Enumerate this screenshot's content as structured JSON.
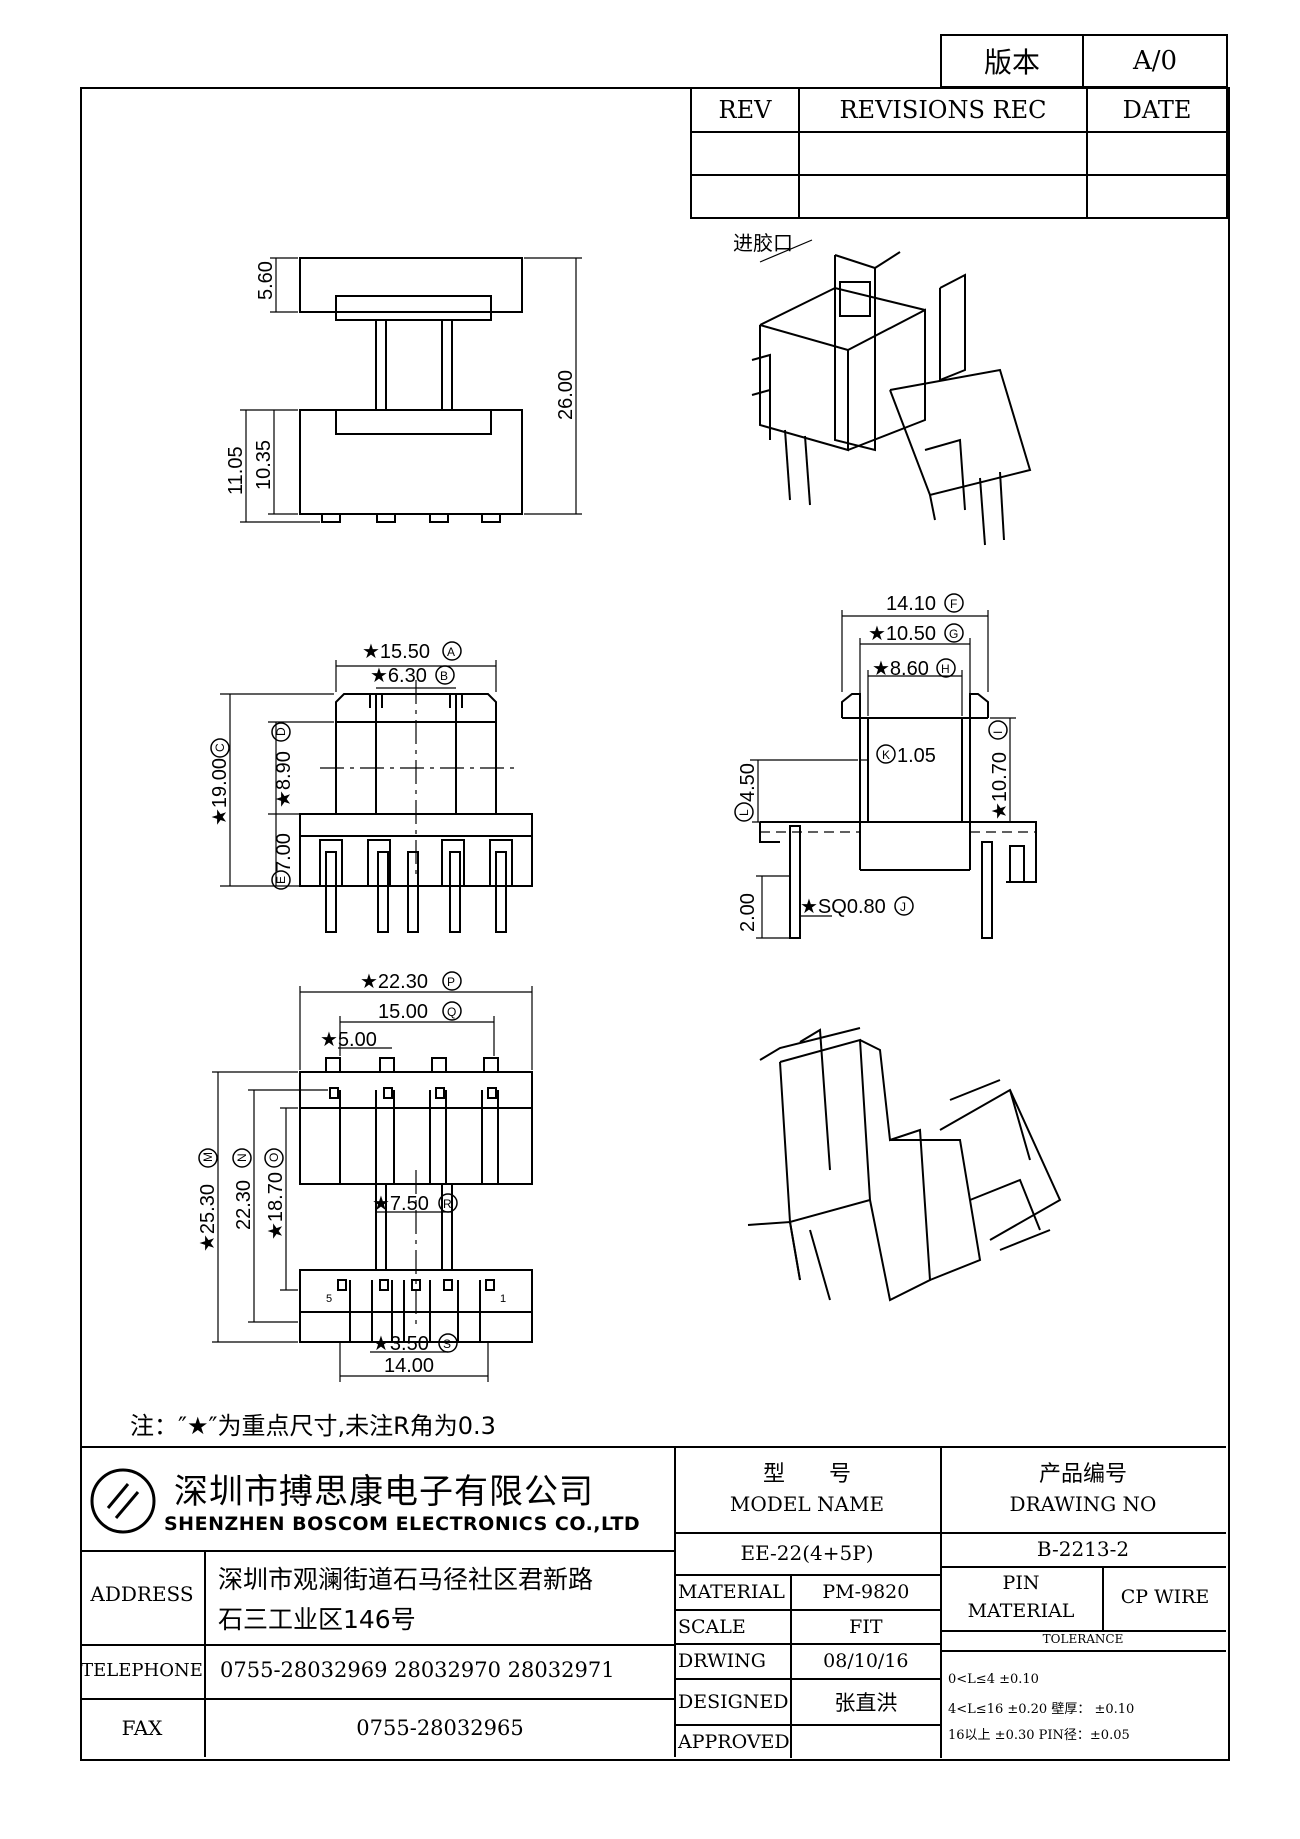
{
  "header": {
    "version_label": "版本",
    "version_value": "A/0",
    "rev_col": "REV",
    "revisions_col": "REVISIONS REC",
    "date_col": "DATE"
  },
  "views": {
    "gate_label": "进胶口",
    "top_view": {
      "d1": "5.60",
      "d2": "26.00",
      "d3": "11.05",
      "d4": "10.35"
    },
    "front_view": {
      "a": "★15.50",
      "a_tag": "A",
      "b": "★6.30",
      "b_tag": "B",
      "c": "★19.00",
      "c_tag": "C",
      "d": "★8.90",
      "d_tag": "D",
      "e": "7.00",
      "e_tag": "E"
    },
    "side_view": {
      "f": "14.10",
      "f_tag": "F",
      "g": "★10.50",
      "g_tag": "G",
      "h": "★8.60",
      "h_tag": "H",
      "i": "★10.70",
      "i_tag": "I",
      "k": "1.05",
      "k_tag": "K",
      "l": "4.50",
      "l_tag": "L",
      "j": "★SQ0.80",
      "j_tag": "J",
      "pin_len": "2.00"
    },
    "bottom_view": {
      "p": "★22.30",
      "p_tag": "P",
      "q": "15.00",
      "q_tag": "Q",
      "pitch": "★5.00",
      "m": "★25.30",
      "m_tag": "M",
      "n": "22.30",
      "n_tag": "N",
      "o": "★18.70",
      "o_tag": "O",
      "r": "★7.50",
      "r_tag": "R",
      "s": "★3.50",
      "s_tag": "S",
      "t": "14.00",
      "pin5": "5",
      "pin1": "1"
    }
  },
  "note": "注：″★″为重点尺寸,未注R角为0.3",
  "title_block": {
    "company_cn": "深圳市搏思康电子有限公司",
    "company_en": "SHENZHEN BOSCOM ELECTRONICS CO.,LTD",
    "model_label_cn": "型　　号",
    "model_label_en": "MODEL NAME",
    "drawing_label_cn": "产品编号",
    "drawing_label_en": "DRAWING NO",
    "model_value": "EE-22(4+5P)",
    "drawing_value": "B-2213-2",
    "address_label": "ADDRESS",
    "address_line1": "深圳市观澜街道石马径社区君新路",
    "address_line2": "石三工业区146号",
    "telephone_label": "TELEPHONE",
    "telephone_value": "0755-28032969 28032970 28032971",
    "fax_label": "FAX",
    "fax_value": "0755-28032965",
    "material_label": "MATERIAL",
    "material_value": "PM-9820",
    "pin_material_label_1": "PIN",
    "pin_material_label_2": "MATERIAL",
    "pin_material_value": "CP WIRE",
    "scale_label": "SCALE",
    "scale_value": "FIT",
    "drwing_label": "DRWING",
    "drwing_value": "08/10/16",
    "designed_label": "DESIGNED",
    "designed_value": "张直洪",
    "approved_label": "APPROVED",
    "approved_value": "",
    "tolerance_label": "TOLERANCE",
    "tol_1": "0<L≤4  ±0.10",
    "tol_2": "4<L≤16 ±0.20  壁厚： ±0.10",
    "tol_3": "16以上   ±0.30  PIN径：±0.05"
  }
}
